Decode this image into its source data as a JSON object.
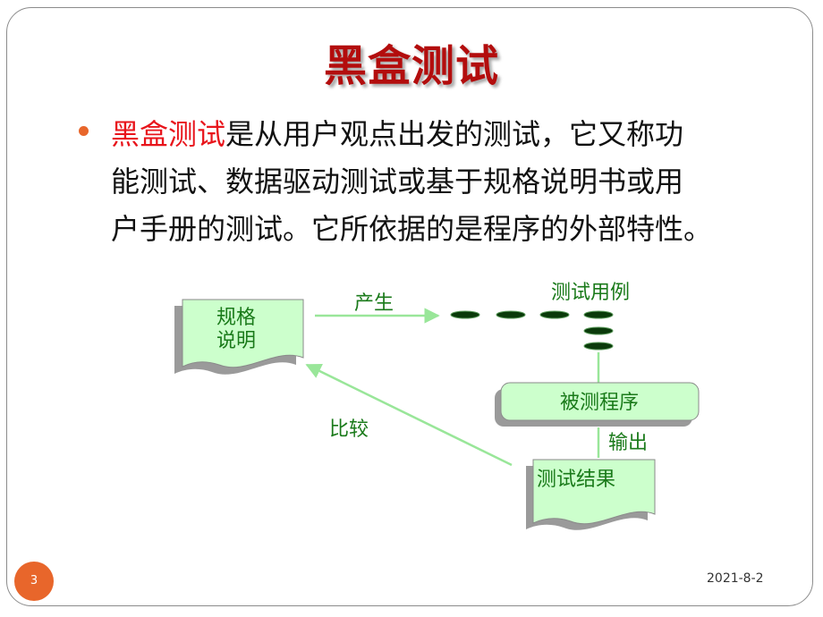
{
  "slide": {
    "title": "黑盒测试",
    "paragraph": {
      "highlight": "黑盒测试",
      "lines": [
        "是从用户观点出发的测试，它又称功",
        "能测试、数据驱动测试或基于规格说明书或用",
        "户手册的测试。它所依据的是程序的外部特性。"
      ]
    },
    "diagram": {
      "spec_doc_line1": "规格",
      "spec_doc_line2": "说明",
      "produce_label": "产生",
      "test_cases_label": "测试用例",
      "program_label": "被测程序",
      "output_label": "输出",
      "results_label": "测试结果",
      "compare_label": "比较"
    },
    "footer": {
      "slide_number": "3",
      "date": "2021-8-2"
    }
  },
  "colors": {
    "title": "#b30d0d",
    "highlight": "#e8141b",
    "accent": "#e8662b",
    "diagram_text": "#1a7a1a",
    "box_fill": "#ccffcc",
    "arrow": "#99e699"
  }
}
